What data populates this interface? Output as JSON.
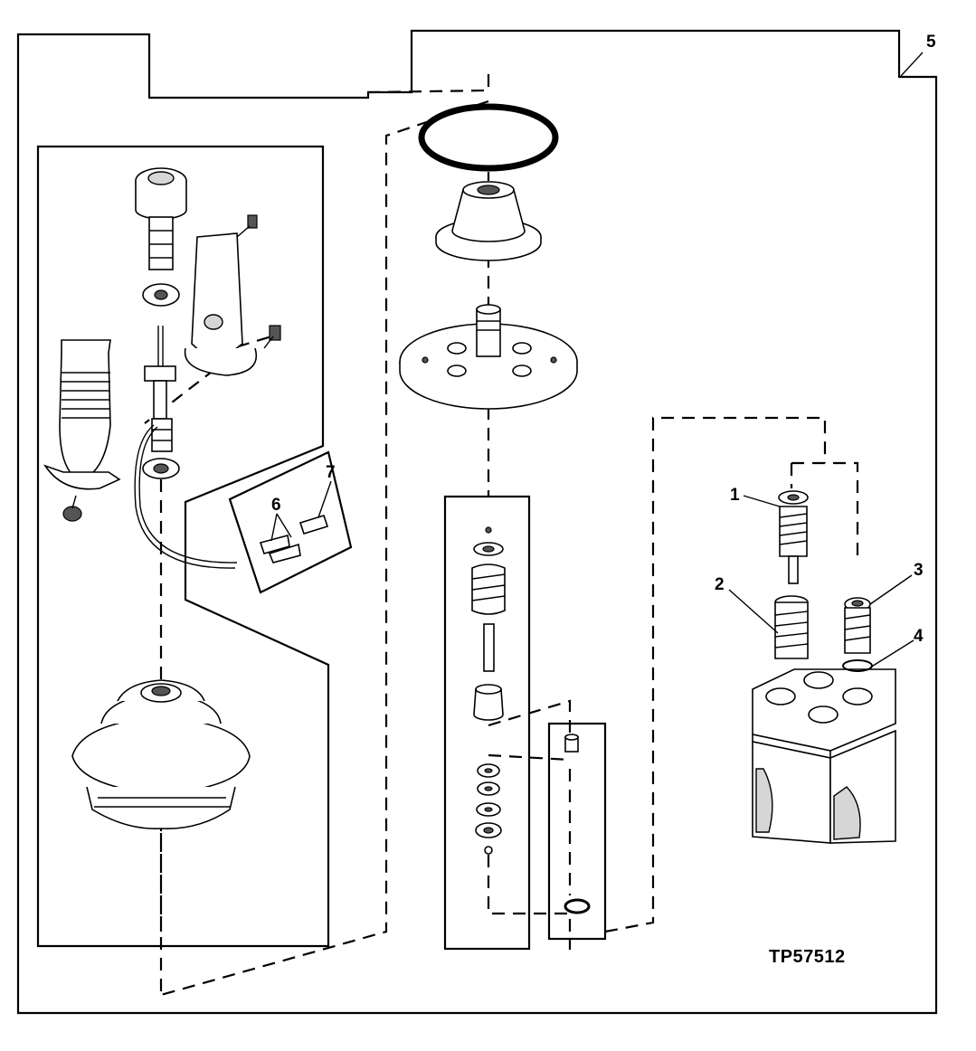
{
  "diagram": {
    "figure_id": "TP57512",
    "callouts": [
      "1",
      "2",
      "3",
      "4",
      "5",
      "6",
      "7"
    ]
  },
  "colors": {
    "line": "#000000",
    "background": "#ffffff",
    "shading": "#d6d6d6"
  }
}
